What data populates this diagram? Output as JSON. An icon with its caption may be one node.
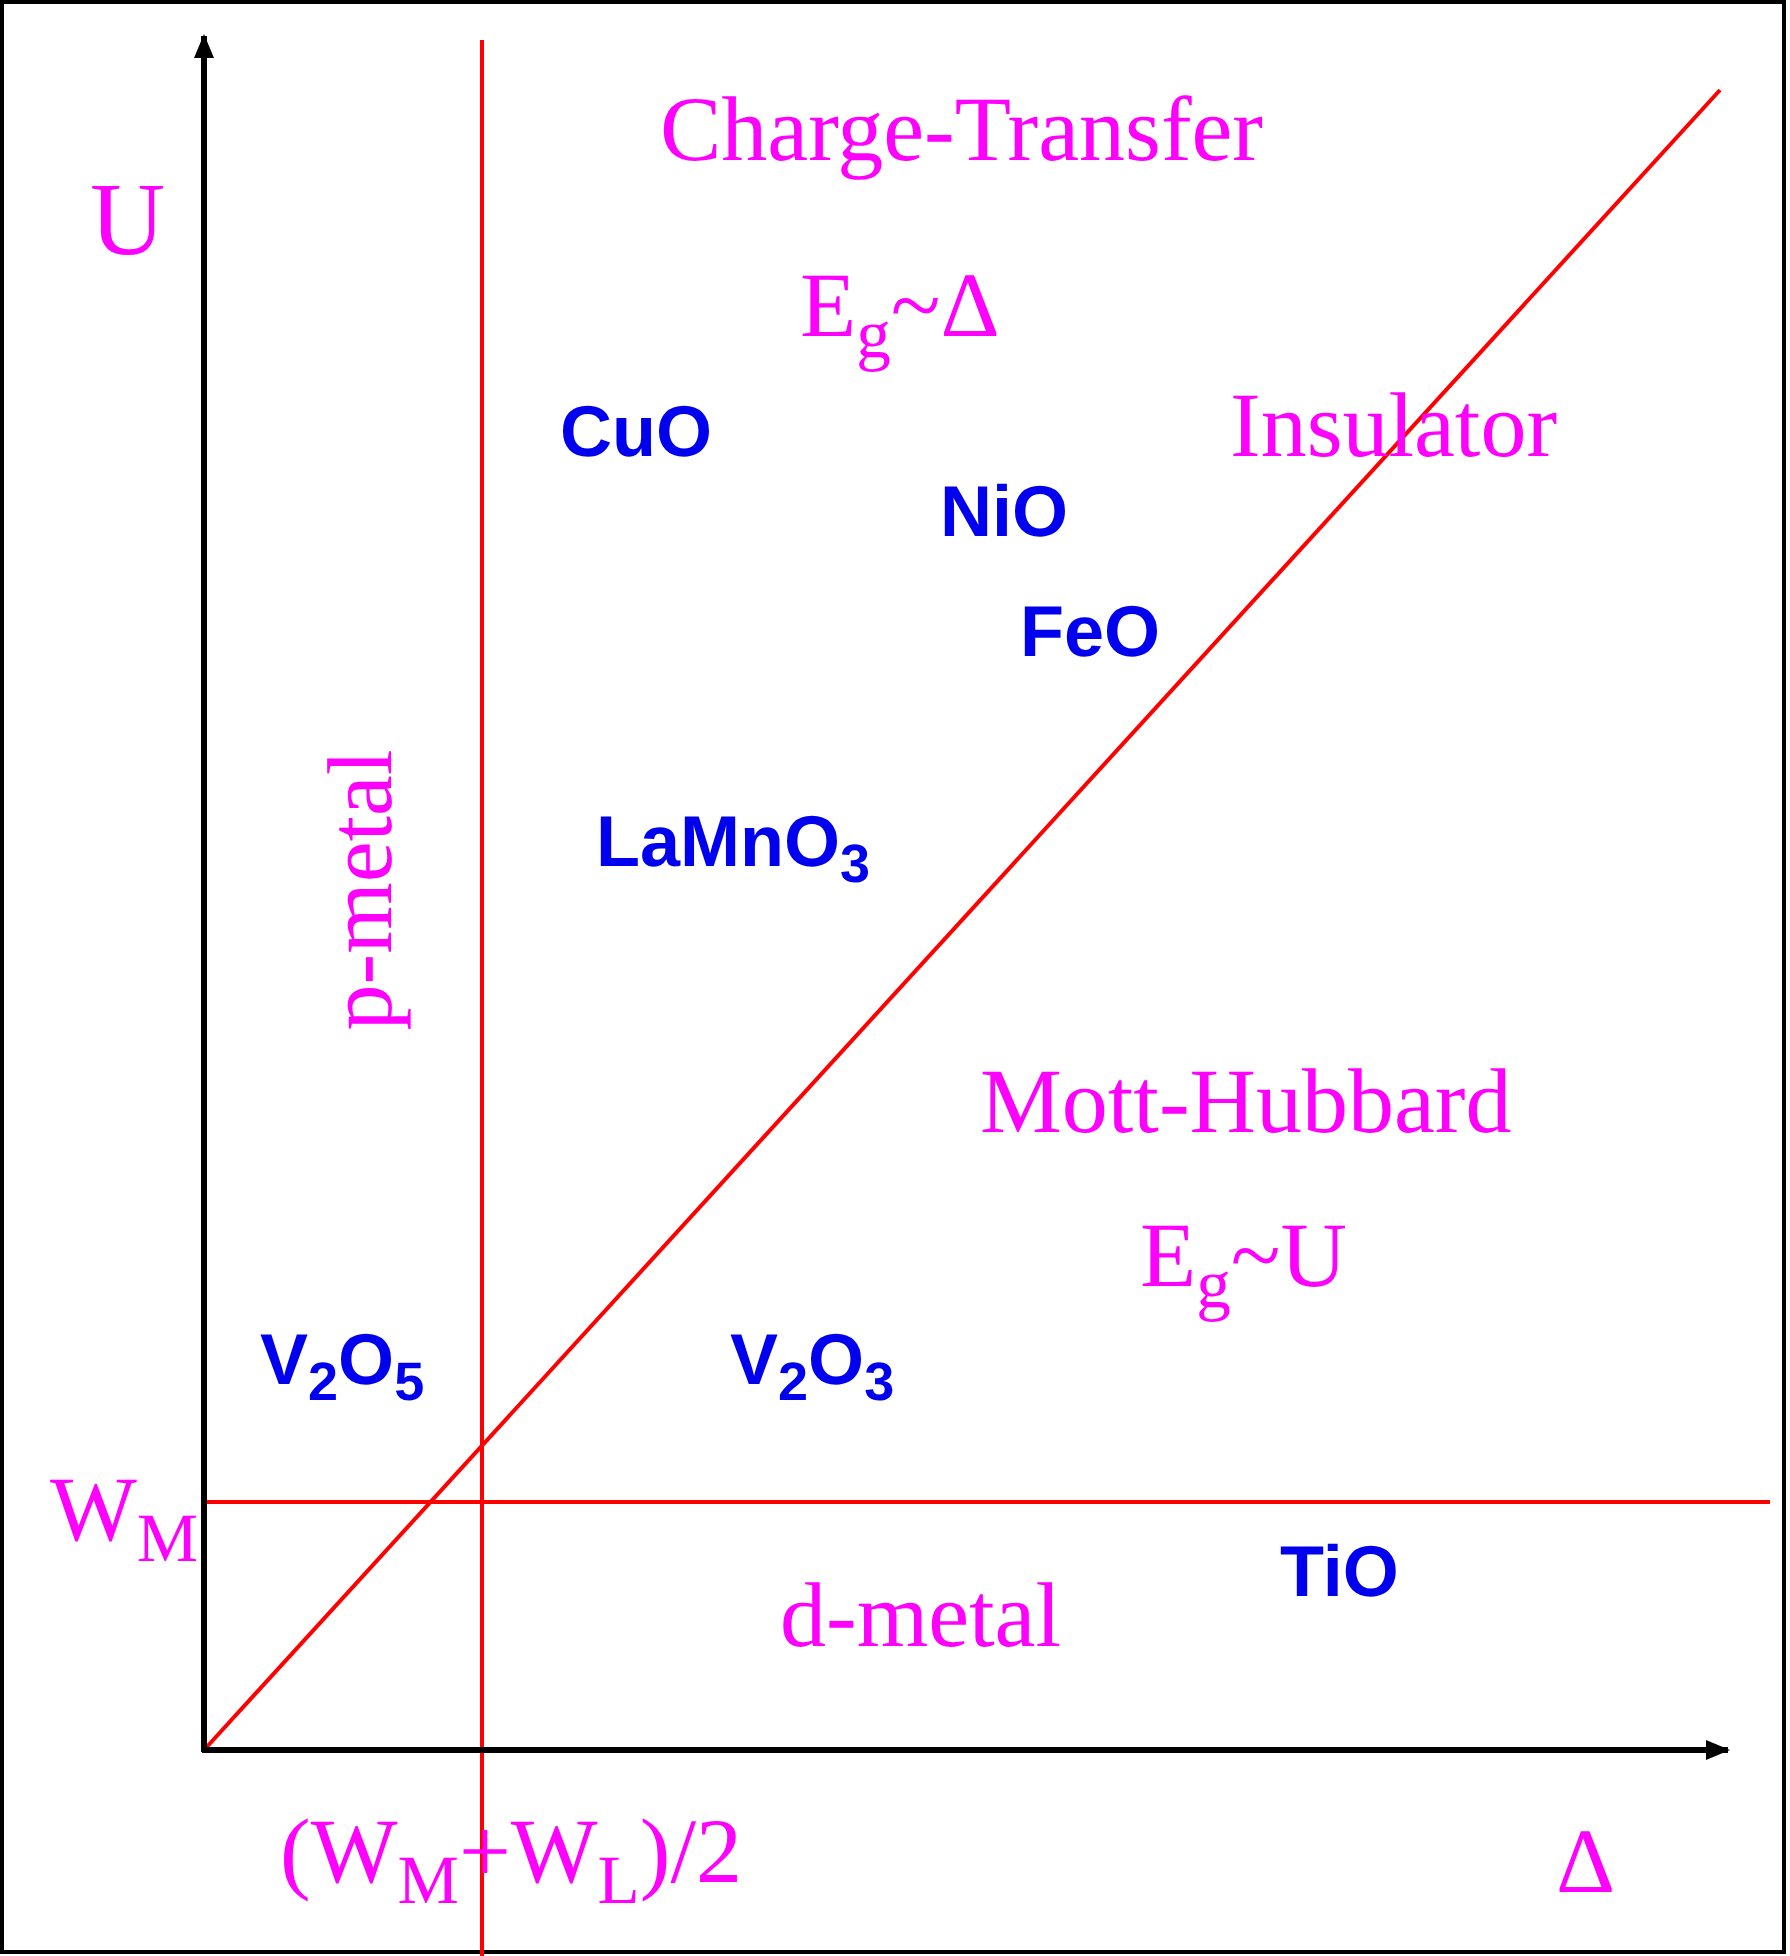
{
  "diagram": {
    "labels": [
      "U",
      "Charge-Transfer",
      "E$_{g}$~Δ",
      "CuO",
      "Insulator",
      "NiO",
      "FeO",
      "p-metal",
      "LaMnO$_{3}$",
      "Mott-Hubbard",
      "E$_{g}$~U",
      "V$_{2}$O$_{5}$",
      "V$_{2}$O$_{3}$",
      "W$_{M}$",
      "TiO",
      "d-metal",
      "(W$_{M}$+W$_{L}$)/2",
      "Δ"
    ]
  }
}
